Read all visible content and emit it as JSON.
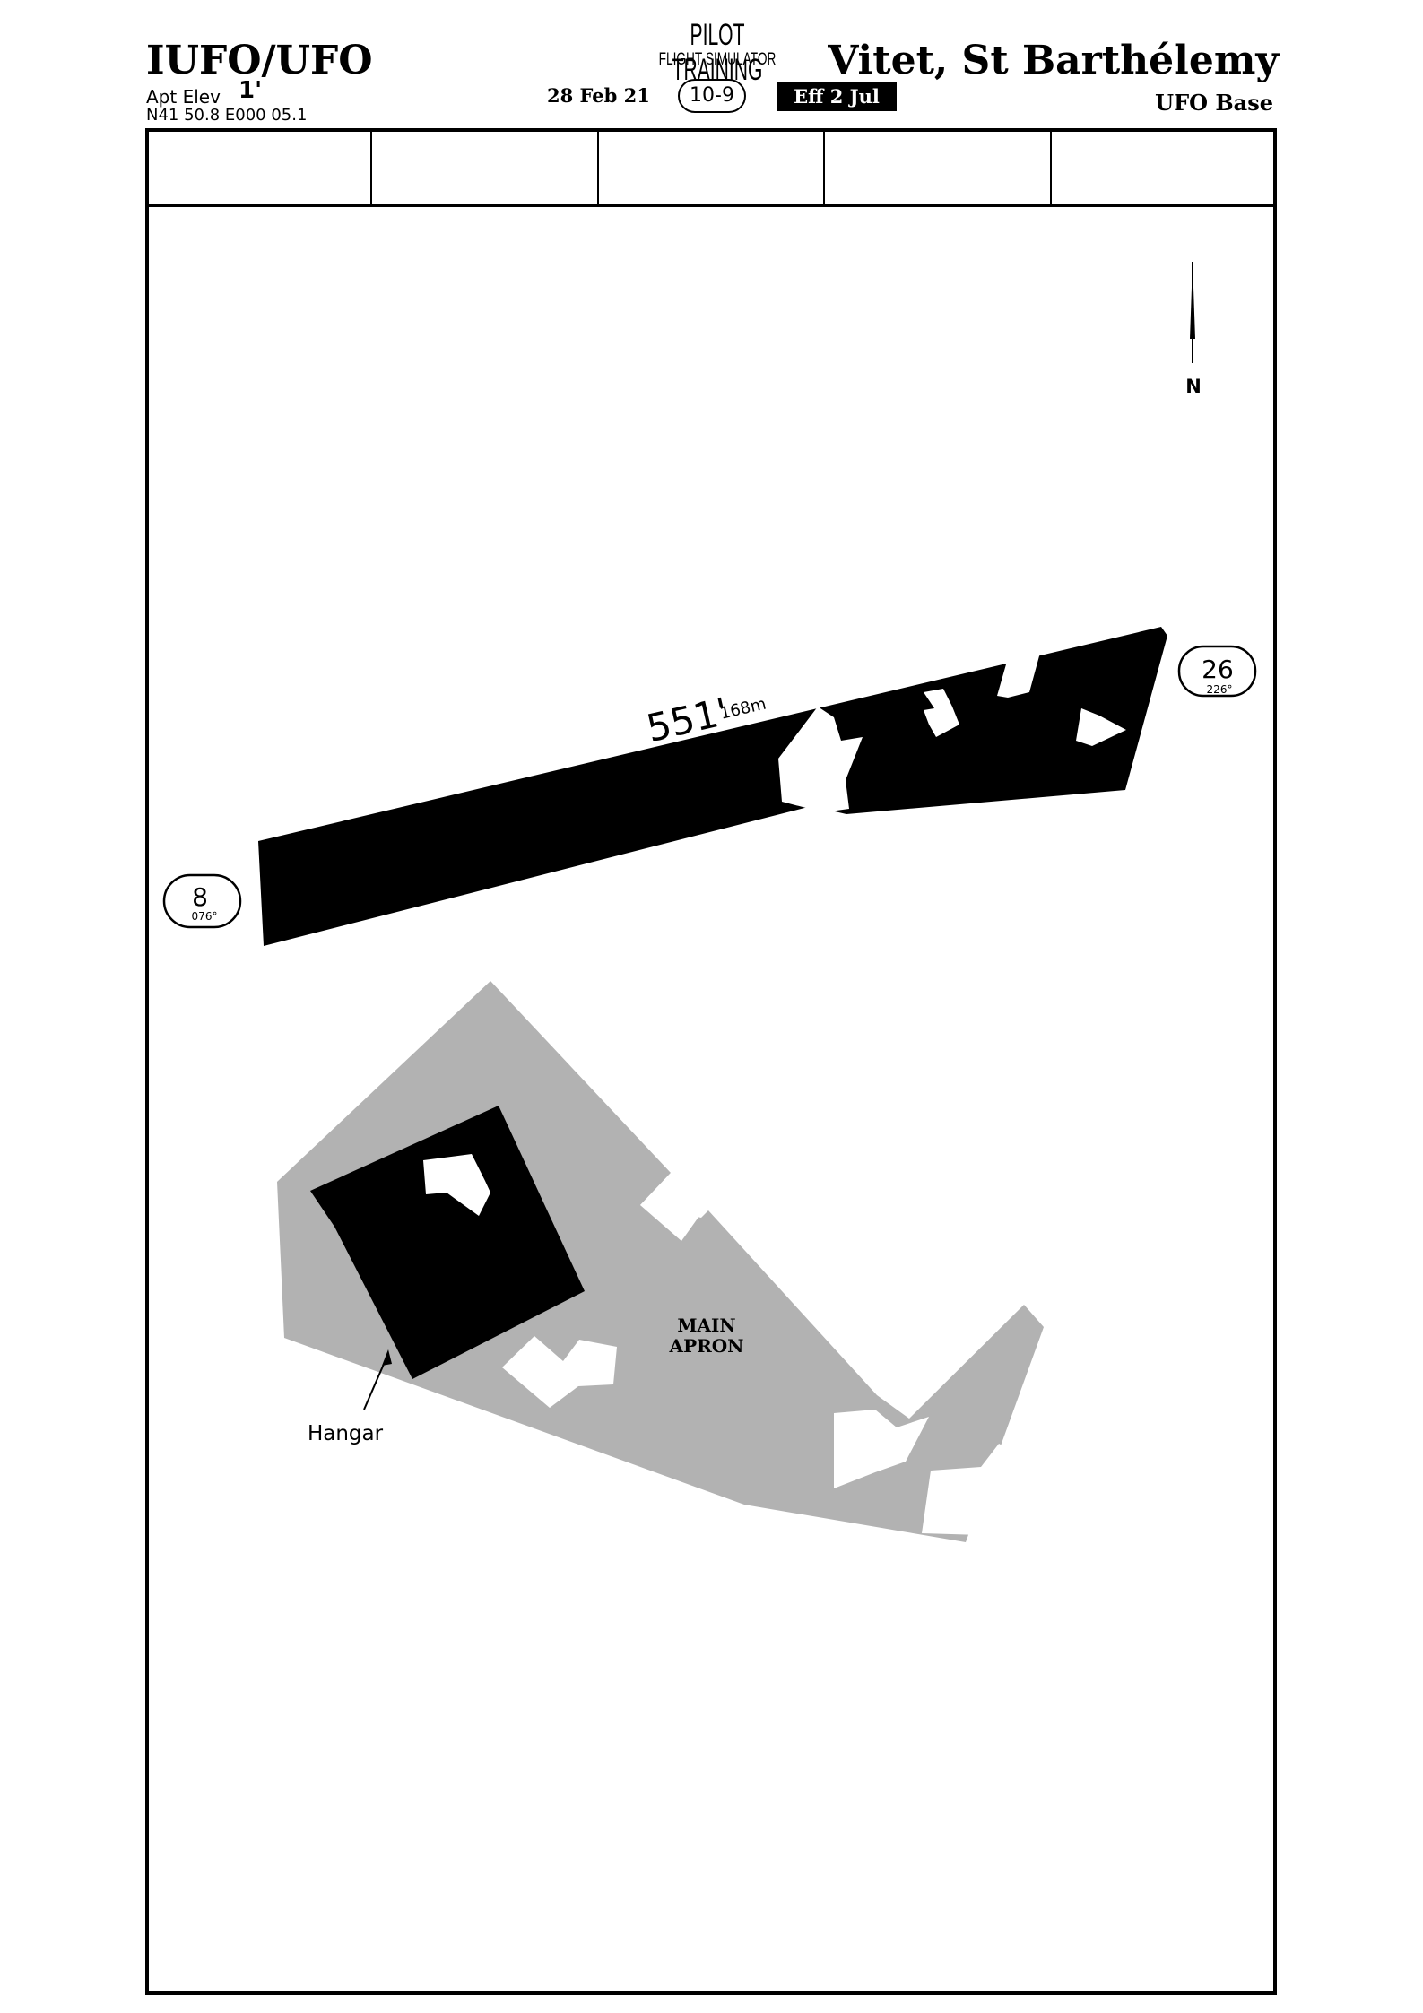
{
  "header": {
    "icao": "IUFO/UFO",
    "elev_label": "Apt Elev",
    "elev_value": "1'",
    "coords": "N41 50.8  E000 05.1",
    "brand_line1": "PILOT TRAINING",
    "brand_line2": "FLIGHT SIMULATOR",
    "date": "28 Feb 21",
    "chart_number": "10-9",
    "effective": "Eff  2  Jul",
    "airport_name": "Vitet, St Barthélemy",
    "airport_sub": "UFO Base"
  },
  "diagram": {
    "north_label": "N",
    "runway_length": "551'",
    "runway_length_m": "168m",
    "rwy_west": {
      "number": "8",
      "heading": "076°"
    },
    "rwy_east": {
      "number": "26",
      "heading": "226°"
    },
    "apron_line1": "MAIN",
    "apron_line2": "APRON",
    "hangar_label": "Hangar"
  },
  "colors": {
    "apron": "#b2b2b2",
    "runway": "#000000",
    "background": "#ffffff"
  }
}
